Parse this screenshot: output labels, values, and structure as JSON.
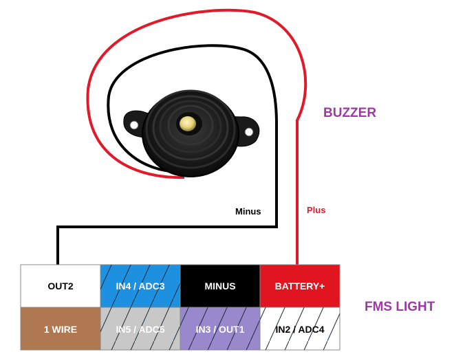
{
  "title": "BUZZER",
  "device_label": "FMS LIGHT",
  "wire_labels": {
    "minus": "Minus",
    "plus": "Plus"
  },
  "connector": {
    "top_row": [
      {
        "label": "OUT2",
        "fill": "#ffffff",
        "text_color": "#000000",
        "hatched": false
      },
      {
        "label": "IN4 / ADC3",
        "fill": "#1e90e0",
        "text_color": "#ffffff",
        "hatched": true
      },
      {
        "label": "MINUS",
        "fill": "#000000",
        "text_color": "#ffffff",
        "hatched": false
      },
      {
        "label": "BATTERY+",
        "fill": "#e0151f",
        "text_color": "#ffffff",
        "hatched": false
      }
    ],
    "bottom_row": [
      {
        "label": "1 WIRE",
        "fill": "#b07850",
        "text_color": "#ffffff",
        "hatched": false
      },
      {
        "label": "IN5 / ADC5",
        "fill": "#c8c8c8",
        "text_color": "#ffffff",
        "hatched": true
      },
      {
        "label": "IN3 / OUT1",
        "fill": "#9988cc",
        "text_color": "#ffffff",
        "hatched": true
      },
      {
        "label": "IN2 / ADC4",
        "fill": "#ffffff",
        "text_color": "#000000",
        "hatched": true
      }
    ]
  },
  "colors": {
    "title": "#9b3aa0",
    "plus_wire": "#e01a2a",
    "minus_wire": "#000000"
  }
}
